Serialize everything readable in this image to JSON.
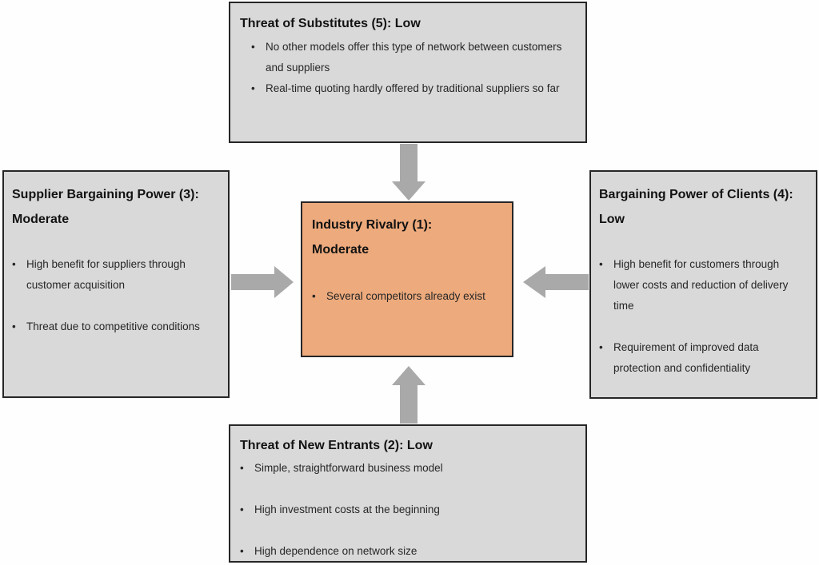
{
  "diagram": {
    "kind": "five-forces",
    "glyphs": {
      "bullet": "•"
    },
    "colors": {
      "background": "#FEFEFE",
      "box_fill": "#D9D9D9",
      "center_box_fill": "#EDAA7C",
      "border": "#262626",
      "arrow": "#A9A9A9",
      "title_text": "#121212",
      "body_text": "#262626"
    },
    "boxes": {
      "substitutes": {
        "title": "Threat of Substitutes (5): Low",
        "bullets": [
          "No other models offer this type of network between customers and suppliers",
          "Real-time quoting hardly offered by traditional suppliers so far"
        ]
      },
      "suppliers": {
        "title_lines": [
          "Supplier Bargaining Power (3):",
          "Moderate"
        ],
        "bullets": [
          "High benefit for suppliers through customer acquisition",
          "Threat due to competitive conditions"
        ]
      },
      "clients": {
        "title_lines": [
          "Bargaining Power of Clients (4):",
          "Low"
        ],
        "bullets": [
          "High benefit for customers through lower costs and reduction of delivery time",
          "Requirement of improved data protection and confidentiality"
        ]
      },
      "new_entrants": {
        "title": "Threat of New Entrants (2): Low",
        "bullets": [
          "Simple, straightforward business model",
          "High investment costs at the beginning",
          "High dependence on network size"
        ]
      },
      "rivalry": {
        "title_lines": [
          "Industry Rivalry (1):",
          "Moderate"
        ],
        "bullets": [
          "Several competitors already exist"
        ]
      }
    }
  }
}
